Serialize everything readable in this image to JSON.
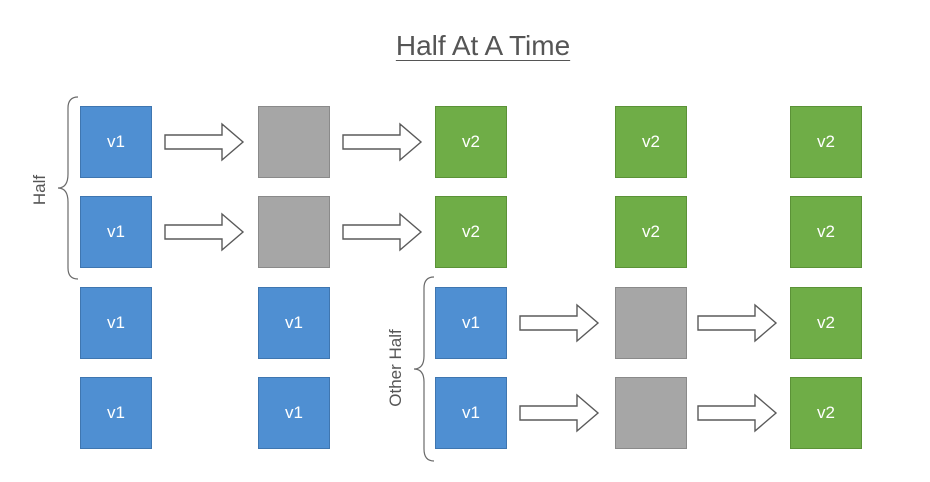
{
  "title": "Half At A Time",
  "brace_labels": {
    "first": "Half",
    "second": "Other Half"
  },
  "rows": [
    [
      "v1",
      "",
      "v2",
      "v2",
      "v2"
    ],
    [
      "v1",
      "",
      "v2",
      "v2",
      "v2"
    ],
    [
      "v1",
      "v1",
      "v1",
      "",
      "v2"
    ],
    [
      "v1",
      "v1",
      "v1",
      "",
      "v2"
    ]
  ],
  "colors": {
    "v1": "#4f8fd2",
    "v2": "#6fad47",
    "empty": "#a6a6a6",
    "text": "#555555"
  }
}
